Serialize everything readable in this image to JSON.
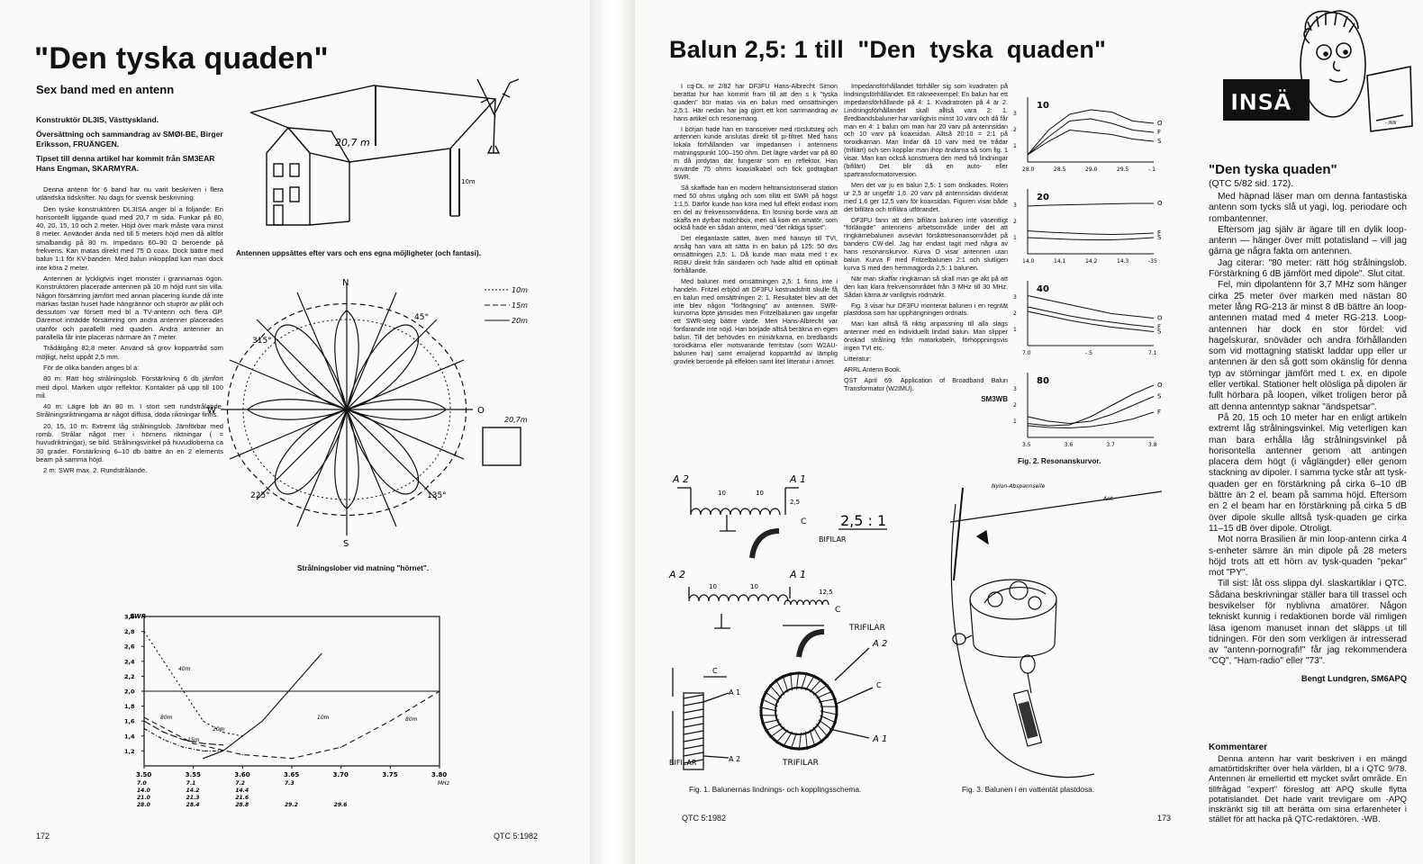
{
  "left_page": {
    "title": "\"Den tyska quaden\"",
    "subtitle": "Sex band med en antenn",
    "credits": [
      "Konstruktör DL3IS, Västtyskland.",
      "Översättning och sammandrag av SMØI-BE, Birger Eriksson, FRUÄNGEN.",
      "Tipset till denna artikel har kommit från SM3EAR Hans Engman, SKARMYRA."
    ],
    "body": [
      "Denna antenn för 6 band har nu varit beskriven i flera utländska tidskrifter. Nu dags för svensk beskrivning.",
      "Den tyske konstruktören DL3ISA anger bl a följande: En horisontellt liggande quad med 20,7 m sida. Funkar på 80, 40, 20, 15, 10 och 2 meter. Höjd över mark måste vara minst 8 meter. Använder ända ned till 5 meters höjd men då alltför smalbandig på 80 m. Impedans 60–90 Ω beroende på frekvens. Kan matas direkt med 75 Ω coax. Dock bättre med balun 1:1 för KV-banden. Med balun inkopplad kan man dock inte köra 2 meter.",
      "Antennen är lyckligtvis inget monster i grannarnas ögon. Konstruktören placerade antennen på 10 m höjd runt sin villa. Någon försämring jämfört med annan placering kunde då inte märkas fastän huset hade hängrännor och stuprör av plåt och dessutom var försett med bl a TV-antenn och flera GP. Däremot inträdde försämring om andra antenner placerades utanför och parallellt med quaden. Andra antenner än parallella får inte placeras närmare än 7 meter.",
      "Trådåtgång 82,8 meter. Använd så grov koppartråd som möjligt, helst uppåt 2,5 mm.",
      "För de olika banden anges bl a:",
      "80 m: Rätt hög strålningslob. Förstärkning 6 db jämfört med dipol. Marken utgör reflektor. Kontakter på upp till 100 mil.",
      "40 m: Lägre lob än 80 m. I stort sett rundstrålande. Strålningsriktningarna är något diffusa, döda riktningar finns.",
      "20, 15, 10 m: Extremt låg strålningslob. Jämförbar med romb. Strålar något mer i hörnens riktningar ( = huvudriktningar), se bild. Strålningsvinkel på huvudloberna ca 30 grader. Förstärkning 6–10 db bättre än en 2 elements beam på samma höjd.",
      "2 m: SWR max. 2. Rundstrålande."
    ],
    "fig_mount_caption": "Antennen uppsättes efter vars och ens egna möjligheter (och fantasi).",
    "fig_mount_label": "20,7 m",
    "fig_mount_mast": "10m",
    "fig_lobes_caption": "Strålningslober vid matning \"hörnet\".",
    "fig_lobes_dirs": {
      "n": "N",
      "s": "S",
      "w": "W",
      "o": "O",
      "ne": "45°",
      "nw": "315°",
      "sw": "225°",
      "se": "135°"
    },
    "fig_lobes_legend": [
      "10m",
      "15m",
      "20m"
    ],
    "fig_square_label": "20,7m",
    "folio": "172",
    "journal": "QTC 5:1982"
  },
  "swr_chart": {
    "ylabel": "SWR",
    "yticks": [
      "3,0",
      "2,8",
      "2,6",
      "2,4",
      "2,2",
      "2,0",
      "1,8",
      "1,6",
      "1,4",
      "1,2"
    ],
    "xticks": [
      "3.50",
      "3.55",
      "3.60",
      "3.65",
      "3.70",
      "3.75",
      "3.80"
    ],
    "xunit": "MHz",
    "band_rows": [
      [
        "7.0",
        "7.1",
        "7.2",
        "7.3"
      ],
      [
        "14.0",
        "14.2",
        "14.4"
      ],
      [
        "21.0",
        "21.3",
        "21.6"
      ],
      [
        "28.0",
        "28.4",
        "28.8",
        "29.2",
        "29.6"
      ]
    ],
    "curve_labels": [
      "40m",
      "80m",
      "20m",
      "15m",
      "10m",
      "80m"
    ]
  },
  "chart_data": {
    "type": "line",
    "title": "",
    "xlabel": "MHz",
    "ylabel": "SWR",
    "xlim": [
      3.5,
      3.8
    ],
    "ylim": [
      1.0,
      3.0
    ],
    "grid": false,
    "reference_line": 2.0,
    "series": [
      {
        "name": "40m",
        "x": [
          3.5,
          3.52,
          3.54,
          3.56,
          3.58,
          3.6
        ],
        "y": [
          2.8,
          2.4,
          2.0,
          1.6,
          1.45,
          1.4
        ]
      },
      {
        "name": "80m",
        "x": [
          3.5,
          3.55,
          3.6,
          3.65,
          3.7,
          3.75,
          3.8
        ],
        "y": [
          1.65,
          1.3,
          1.15,
          1.1,
          1.25,
          1.6,
          2.0
        ]
      },
      {
        "name": "20m",
        "x": [
          3.5,
          3.52,
          3.54,
          3.56,
          3.58
        ],
        "y": [
          1.6,
          1.45,
          1.35,
          1.3,
          1.28
        ]
      },
      {
        "name": "15m",
        "x": [
          3.5,
          3.52,
          3.54,
          3.56,
          3.58
        ],
        "y": [
          1.5,
          1.35,
          1.25,
          1.2,
          1.2
        ]
      },
      {
        "name": "10m",
        "x": [
          3.56,
          3.58,
          3.6,
          3.62,
          3.64,
          3.66,
          3.68
        ],
        "y": [
          1.1,
          1.2,
          1.4,
          1.6,
          1.9,
          2.2,
          2.5
        ]
      }
    ]
  },
  "right_page": {
    "title": "Balun 2,5: 1 till  \"Den  tyska  quaden\"",
    "col1": [
      "I cq-DL nr 2/82 har DF3FU Hans-Albrecht Simon berättat hur han kommit fram till att den s k \"tyska quaden\" bör matas via en balun med omsättningen 2,5:1. Här nedan har jag gjort ett kort sammandrag av hans artikel och resonemang.",
      "I början hade han en transceiver med rörslutsteg och antennen kunde anslutas direkt till pi-filtret. Med hans lokala förhållanden var impedansen i antennens matningspunkt 100–150 ohm. Det lägre värdet var på 80 m då jordytan där fungerar som en reflektor. Han använde 75 ohms koaxialkabel och fick godtagbart SWR.",
      "Så skaffade han en modern heltransistoriserad station med 50 ohms utgång och som tillät ett SWR på högst 1:1,5. Därför kunde han köra med full effekt endast inom en del av frekvensområdena. En lösning borde vara att skaffa en dyrbar matchbox, men så kom en amatör, som också hade en sådan antenn, med \"det riktiga tipset\".",
      "Det elegantaste sättet, även med hänsyn till TVI, ansåg han vara att sätta in en balun på 125: 50 dvs omsättningen 2,5: 1. Då kunde man mata med t ex RG8U direkt från sändaren och hade alltid ett optimalt förhållande.",
      "Med baluner med omsättningen 2,5: 1 finns inte i handeln. Fritzel erbjöd att DF3FU kostnadsfritt skulle få en balun med omsättningen 2: 1. Resultatet blev att det inte blev någon \"förlängning\" av antennen. SWR-kurvorna löpte jämsides men Fritzelbalunen gav ungefär ett SWR-steg bättre värde. Men Hans-Albrecht var fortfarande inte nöjd. Han började alltså beräkna en egen balun. Till det behövdes en miniärkarna, en bredbands toroidkärna eller motsvarande ferritstav (som W2AU-balunen har) samt emaljerad koppartråd av lämplig grovlek beroende på effekten samt litet litteratur i ämnet."
    ],
    "col2": [
      "Impedansförhållandet förhåller sig som kvadraten på lindningsförhållandet. Ett räkneexempel: En balun har ett impedansförhållande på 4: 1. Kvadratroten på 4 är 2. Lindningsförhållandet skall alltså vara 2: 1. Bredbandsbaluner har vanligtvis minst 10 varv och då får man en 4: 1 balun om man har 20 varv på antennsidan och 10 varv på koaxsidan. Alltså 20:10 = 2:1 på toroidkärnan. Man lindar då 10 varv med tre trådar (trifilärt) och sen kopplar man ihop ändarna så som fig. 1 visar. Man kan också konstruera den med två lindningar (bifilärt) Det blir då en auto- eller spartransformatorversion.",
      "Men det var ju en balun 2,5: 1 som önskades. Roten ur 2,5 är ungefär 1,6. 20 varv på antennsidan dividerat med 1,6 ger 12,5 varv för koaxsidan. Figuren visar både det bifilära och trifilära utförandet.",
      "DF3FU fann att den bifilära balunen inte väsentligt \"förlängde\" antennens arbetsområde under det att ringkärnebalunen avsevärt förskötresonansområdet på bandens CW-del. Jag har endast tagit med några av hans resonanskurvor. Kurva O visar antennen utan balun. Kurva F med Fritzelbalunen 2:1 och slutligen kurva S med den hemmagjorda 2,5: 1 balunen.",
      "När man skaffar ringkärnan så skall man ge akt på att den kan klara frekvensområdet från 3 MHz till 30 MHz. Sådan kärna är vanligtvis rödmärkt.",
      "Fig. 3 visar hur DF3FU monterat balunen i en regntät plastdosa som har upphängningen ordnats.",
      "Man kan alltså få riktig anpassning till alla slags antenner med en individuellt lindad balun. Man slipper önskad strålning från matarkabeln, förhoppningsvis ingen TVI etc.",
      "Litteratur:",
      "ARRL Antenn Book.",
      "QST April 69. Application of Broadband Balun Transformator (W2IMU)."
    ],
    "signature_col2": "SM3WB",
    "resonance": {
      "caption": "Fig. 2. Resonanskurvor.",
      "panels": [
        {
          "band": "10",
          "xticks": [
            "28.0",
            "28.5",
            "29.0",
            "29.5",
            "-.1"
          ],
          "curves": [
            "O",
            "F",
            "S"
          ]
        },
        {
          "band": "20",
          "xticks": [
            "14.0",
            "14.1",
            "14.2",
            "14.3",
            "-35"
          ],
          "curves": [
            "O",
            "F",
            "S"
          ]
        },
        {
          "band": "40",
          "xticks": [
            "7.0",
            "-.5",
            "7.1"
          ],
          "curves": [
            "O",
            "F",
            "S"
          ]
        },
        {
          "band": "80",
          "xticks": [
            "3.5",
            "3.6",
            "3.7",
            "3.8"
          ],
          "curves": [
            "O",
            "S",
            "F"
          ]
        }
      ]
    },
    "fig1_labels": {
      "a2": "A 2",
      "a1": "A 1",
      "c": "C",
      "ten": "10",
      "twofive": "2,5",
      "ratio": "2,5 : 1",
      "bifilar": "BIFILAR",
      "trifilar": "TRIFILAR",
      "twelve": "12,5",
      "bifilar_small": "BIFILAR",
      "trifilar_small": "TRIFILAR"
    },
    "fig1_caption": "Fig. 1. Balunernas lindnings- och kopplingsschema.",
    "fig3_caption": "Fig. 3. Balunen i en vattentät plastdosa.",
    "fig3_label": "Nylon-Abspannseile",
    "fig3_ant": "Ant.",
    "folio": "173",
    "journal": "QTC 5:1982"
  },
  "insa": {
    "banner": "INSÄ",
    "title": "\"Den tyska quaden\"",
    "ref": "(QTC 5/82 sid. 172).",
    "paragraphs": [
      "Med häpnad läser man om denna fantastiska antenn som tycks slå ut yagi, log. periodare och rombantenner.",
      "Eftersom jag själv är ägare till en dylik loop-antenn — hänger över mitt potatisland – vill jag gärna ge några fakta om antennen.",
      "Jag citerar: \"80 meter: rätt hög strålningslob. Förstärkning 6 dB jämfört med dipole\". Slut citat.",
      "Fel, min dipolantenn för 3,7 MHz som hänger cirka 25 meter över marken med nästan 80 meter lång RG-213 är minst 8 dB bättre än loop-antennen matad med 4 meter RG-213. Loop-antennen har dock en stor fördel: vid hagelskurar, snöväder och andra förhållanden som vid mottagning statiskt laddar upp eller ur antennen är den så gott som okänslig för denna typ av störningar jämfört med t. ex. en dipole eller vertikal. Stationer helt olösliga på dipolen är fullt hörbara på loopen, vilket troligen beror på att denna antenntyp saknar \"ändspetsar\".",
      "På 20, 15 och 10 meter har en enligt artikeln extremt låg strålningsvinkel. Mig veterligen kan man bara erhålla låg strålningsvinkel på horisontella antenner genom att antingen placera dem högt (i våglängder) eller genom stackning av dipoler. I samma tycke står att tysk-quaden ger en förstärkning på cirka 6–10 dB bättre än 2 el. beam på samma höjd. Eftersom en 2 el beam har en förstärkning på cirka 5 dB över dipole skulle alltså tysk-quaden ge cirka 11–15 dB över dipole. Otroligt.",
      "Mot norra Brasilien är min loop-antenn cirka 4 s-enheter sämre än min dipole på 28 meters höjd trots att ett hörn av tysk-quaden \"pekar\" mot \"PY\".",
      "Till sist: låt oss slippa dyl. slaskartiklar i QTC. Sådana beskrivningar ställer bara till trassel och besvikelser för nyblivna amatörer. Någon tekniskt kunnig i redaktionen borde väl rimligen läsa igenom manuset innan det släpps ut till tidningen. För den som verkligen är intresserad av \"antenn-pornografi!\" får jag rekommendera \"CQ\", \"Ham-radio\" eller \"73\"."
    ],
    "signature": "Bengt Lundgren, SM6APQ",
    "kommentarer_title": "Kommentarer",
    "kommentarer": "Denna antenn har varit beskriven i en mängd amatörtidskrifter över hela världen, bl a i QTC 9/78. Antennen är emellertid ett mycket svårt område. En tillfrågad \"expert\" föreslog att APQ skulle flytta potatislandet. Det hade varit trevligare om -APQ inskränkt sig till att berätta om sina erfarenheter i stället för att hacka på QTC-redaktören. -WB."
  }
}
